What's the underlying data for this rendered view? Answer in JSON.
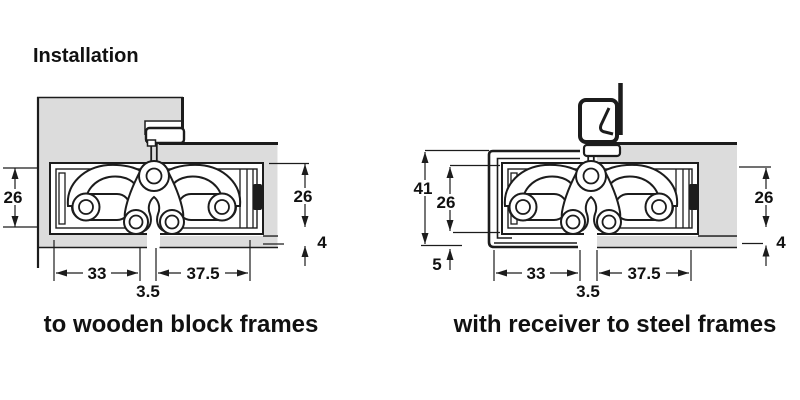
{
  "title": "Installation",
  "colors": {
    "material": "#dcdcdc",
    "line": "#1c1c1c",
    "background": "#ffffff"
  },
  "diagrams": [
    {
      "caption": "to wooden block frames",
      "dims": {
        "depth_left": "26",
        "depth_right": "26",
        "door_inset": "4",
        "width_frame": "33",
        "gap": "3.5",
        "width_door": "37.5"
      }
    },
    {
      "caption": "with receiver to steel frames",
      "dims": {
        "receiver_height": "41",
        "depth_left": "26",
        "flange": "5",
        "width_frame": "33",
        "gap": "3.5",
        "width_door": "37.5",
        "depth_right": "26",
        "door_inset": "4"
      }
    }
  ]
}
